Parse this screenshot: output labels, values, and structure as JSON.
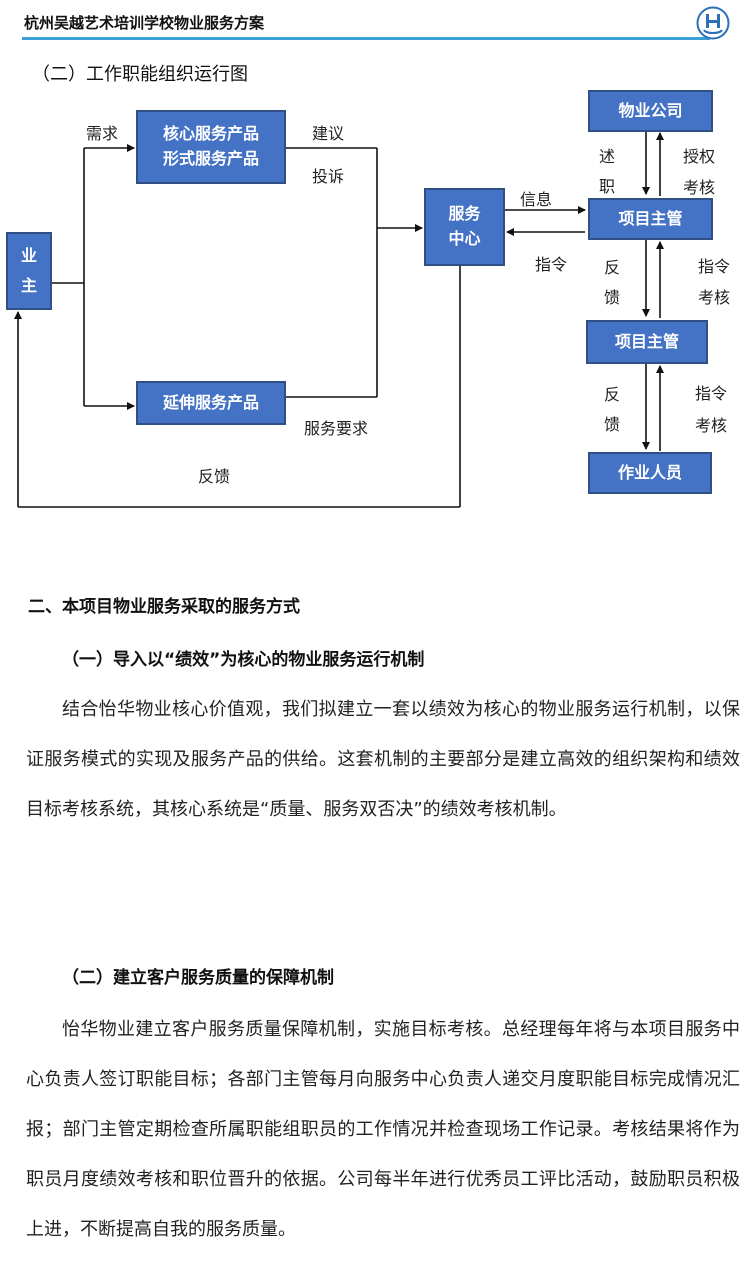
{
  "header": {
    "title": "杭州吴越艺术培训学校物业服务方案",
    "accent_color": "#3aa0d6",
    "logo_icon": "hy-logo-icon"
  },
  "diagram": {
    "title": "（二）工作职能组织运行图",
    "box_color": "#4472c4",
    "owner_box": [
      "业",
      "主"
    ],
    "core_box": [
      "核心服务产品",
      "形式服务产品"
    ],
    "extend_box": "延伸服务产品",
    "service_center": [
      "服务",
      "中心"
    ],
    "property_company": "物业公司",
    "project_manager_1": "项目主管",
    "project_manager_2": "项目主管",
    "workers": "作业人员",
    "labels": {
      "demand": "需求",
      "suggestion": "建议",
      "complaint": "投诉",
      "service_requirement": "服务要求",
      "feedback_bottom": "反馈",
      "information": "信息",
      "instruction": "指令",
      "report": [
        "述",
        "职"
      ],
      "authorize": "授权",
      "assess_1": "考核",
      "feedback_1": [
        "反",
        "馈"
      ],
      "instruct_2": "指令",
      "assess_2": "考核",
      "feedback_2": [
        "反",
        "馈"
      ],
      "instruct_3": "指令",
      "assess_3": "考核"
    }
  },
  "section2": {
    "heading": "二、本项目物业服务采取的服务方式",
    "sub1": {
      "heading": "（一）导入以“绩效”为核心的物业服务运行机制",
      "paragraph": "结合怡华物业核心价值观，我们拟建立一套以绩效为核心的物业服务运行机制，以保证服务模式的实现及服务产品的供给。这套机制的主要部分是建立高效的组织架构和绩效目标考核系统，其核心系统是“质量、服务双否决”的绩效考核机制。"
    },
    "sub2": {
      "heading": "（二）建立客户服务质量的保障机制",
      "paragraph": "怡华物业建立客户服务质量保障机制，实施目标考核。总经理每年将与本项目服务中心负责人签订职能目标；各部门主管每月向服务中心负责人递交月度职能目标完成情况汇报；部门主管定期检查所属职能组职员的工作情况并检查现场工作记录。考核结果将作为职员月度绩效考核和职位晋升的依据。公司每半年进行优秀员工评比活动，鼓励职员积极上进，不断提高自我的服务质量。"
    }
  }
}
